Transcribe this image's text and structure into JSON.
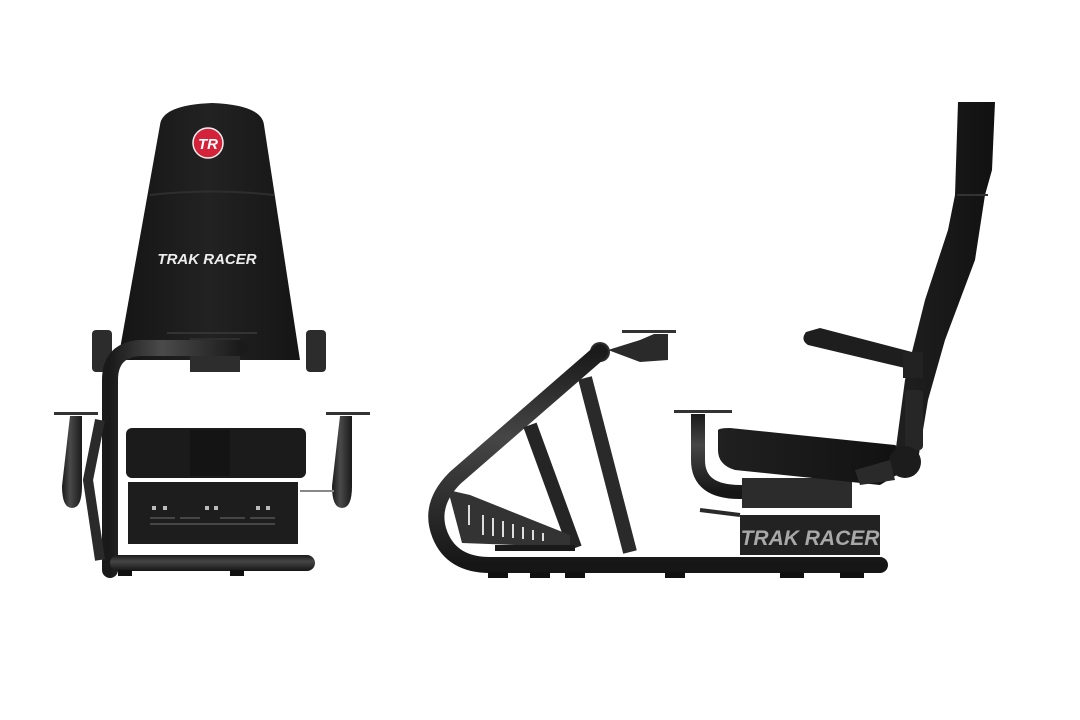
{
  "scene": {
    "background": "#ffffff",
    "description": "Sim racing cockpit product render, front view and side view"
  },
  "front_view": {
    "logo_text": "TR",
    "logo_color": "#d4223a",
    "seat_text": "TRAK RACER",
    "seat_color": "#1a1a1a",
    "frame_color": "#2a2a2a"
  },
  "side_view": {
    "base_text": "TRAK RACER",
    "seat_color": "#1c1c1c",
    "frame_color": "#252525",
    "base_text_color": "#9a9a9a"
  }
}
